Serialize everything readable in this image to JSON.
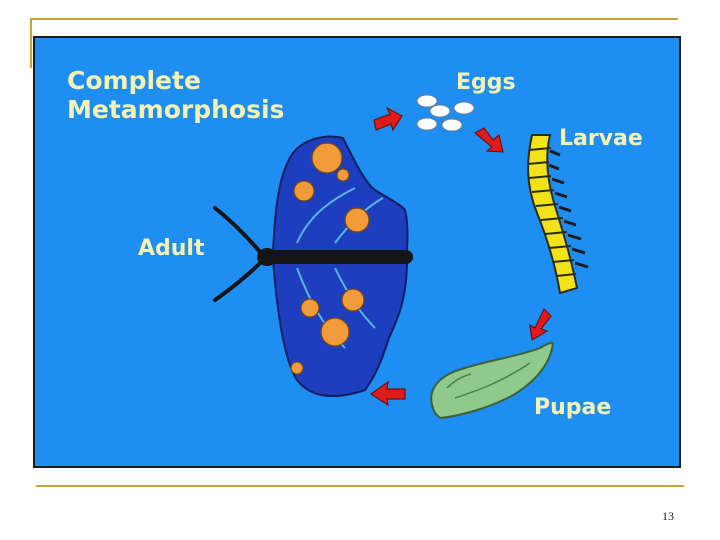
{
  "slide": {
    "title": "Complete\nMetamorphosis",
    "page_number": "13"
  },
  "stages": {
    "eggs": "Eggs",
    "larvae": "Larvae",
    "pupae": "Pupae",
    "adult": "Adult"
  },
  "colors": {
    "background": "#1f8ef2",
    "label_text": "#f6f2b4",
    "arrow": "#e0191a",
    "butterfly_wing": "#1d3fbf",
    "wing_spot": "#f29b3a",
    "larva": "#f2e21a",
    "pupa": "#8fc98c",
    "frame_rule": "#c8a23a"
  },
  "icons": {
    "arrows": [
      "arrow-icon",
      "arrow-icon",
      "arrow-icon",
      "arrow-icon"
    ],
    "illustrations": [
      "eggs-icon",
      "larva-icon",
      "pupa-icon",
      "butterfly-icon"
    ]
  }
}
